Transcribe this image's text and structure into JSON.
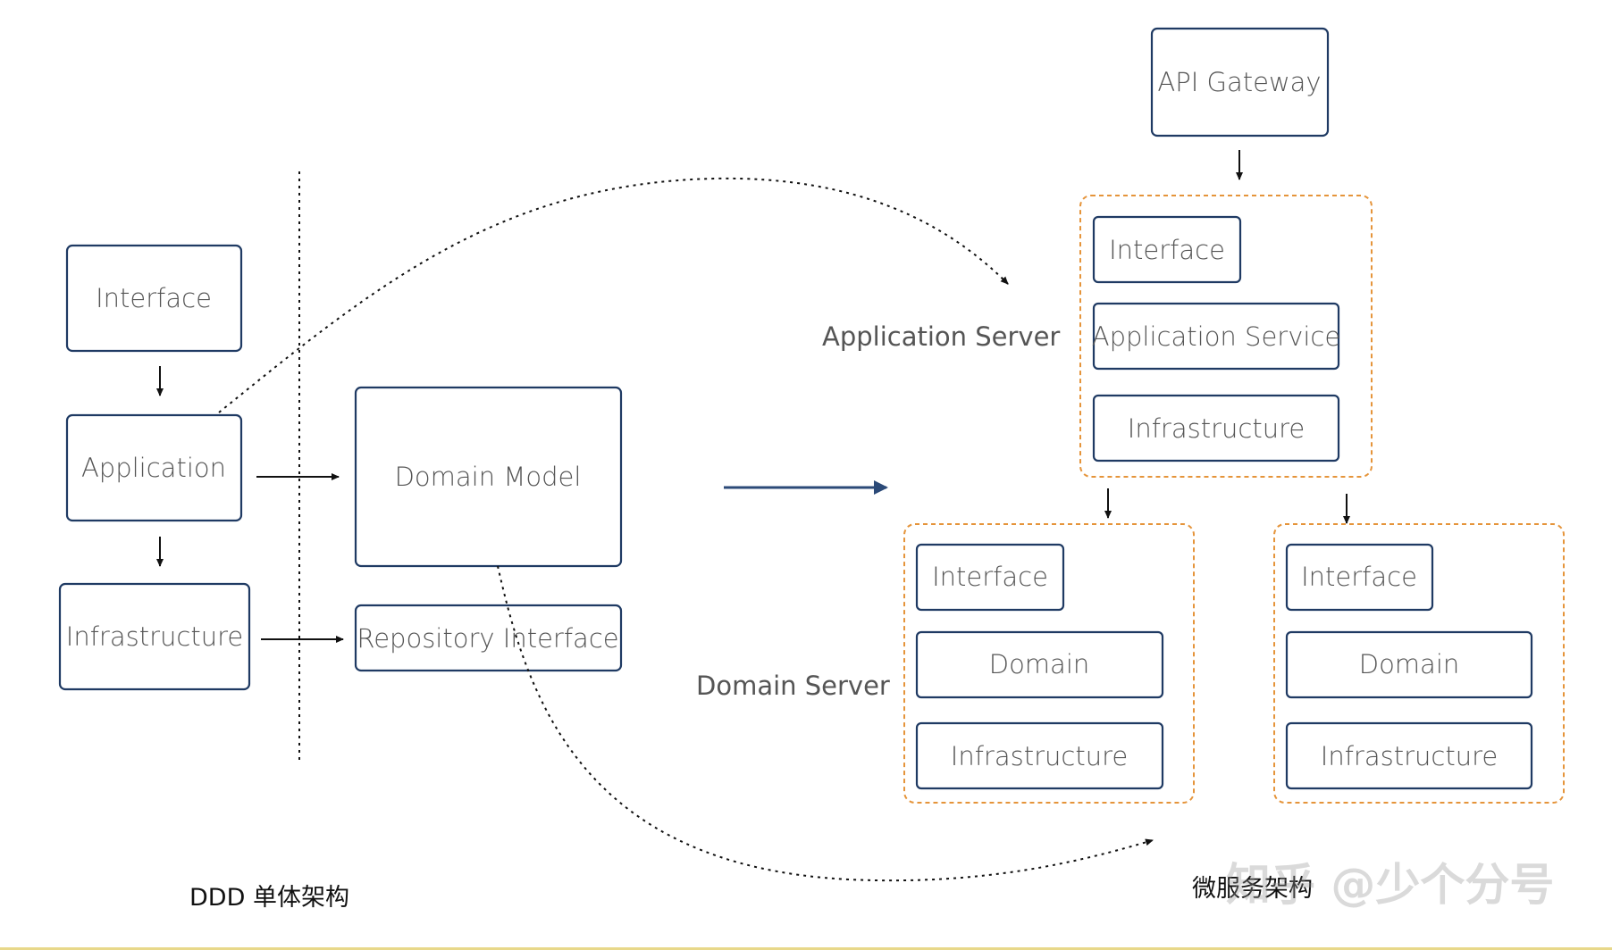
{
  "monolith": {
    "interface": "Interface",
    "application": "Application",
    "infrastructure": "Infrastructure",
    "domain_model": "Domain Model",
    "repository_interface": "Repository Interface",
    "caption": "DDD 单体架构"
  },
  "microservice": {
    "api_gateway": "API Gateway",
    "application_server_label": "Application Server",
    "domain_server_label": "Domain Server",
    "app_server": {
      "interface": "Interface",
      "application_service": "Application Service",
      "infrastructure": "Infrastructure"
    },
    "domain_server_1": {
      "interface": "Interface",
      "domain": "Domain",
      "infrastructure": "Infrastructure"
    },
    "domain_server_2": {
      "interface": "Interface",
      "domain": "Domain",
      "infrastructure": "Infrastructure"
    },
    "caption": "微服务架构"
  },
  "watermark": "知乎 @少个分号",
  "colors": {
    "box_stroke": "#1f3a63",
    "group_stroke": "#e5943a",
    "label_text": "#555555",
    "connector": "#111111",
    "transition_arrow": "#2b4a78"
  }
}
